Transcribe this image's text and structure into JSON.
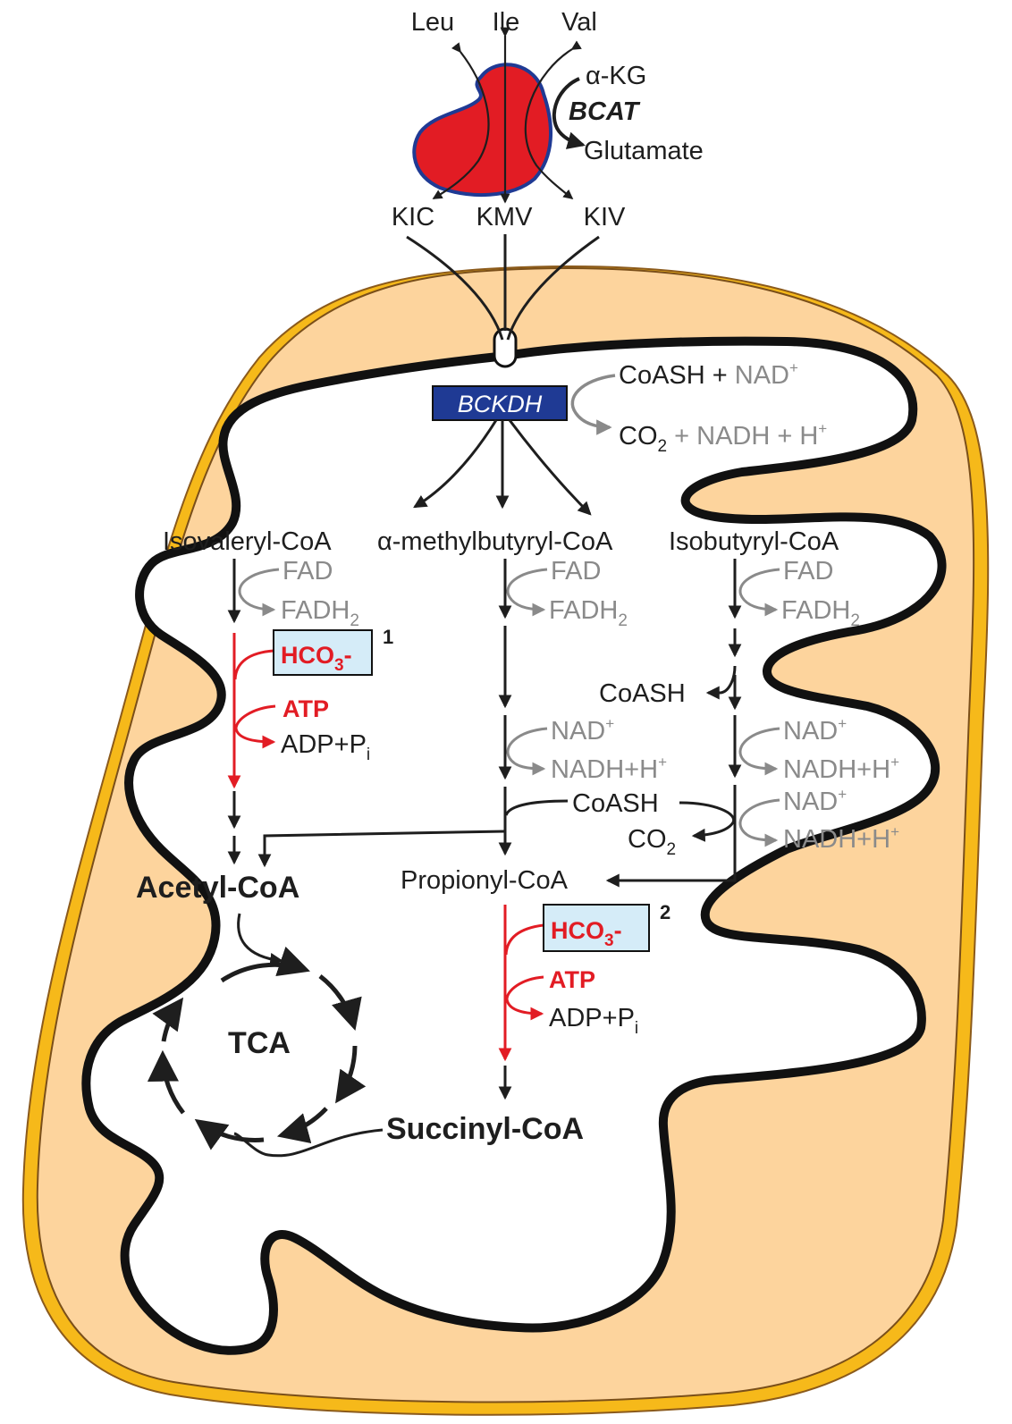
{
  "amino_acids": {
    "leu": "Leu",
    "ile": "Ile",
    "val": "Val"
  },
  "bcat": {
    "enzyme": "BCAT",
    "alpha_kg": "α-KG",
    "glutamate": "Glutamate"
  },
  "keto_acids": {
    "kic": "KIC",
    "kmv": "KMV",
    "kiv": "KIV"
  },
  "bckdh": {
    "enzyme": "BCKDH",
    "in_coash": "CoASH + ",
    "in_nad": "NAD",
    "in_nad_sup": "+",
    "out_co2": "CO",
    "out_co2_sub": "2",
    "out_rest": " + NADH + H",
    "out_rest_sup": "+"
  },
  "acyl_coas": {
    "isovaleryl": "Isovaleryl-CoA",
    "methylbutyryl": "α-methylbutyryl-CoA",
    "isobutyryl": "Isobutyryl-CoA"
  },
  "cofactors": {
    "fad": "FAD",
    "fadh": "FADH",
    "fadh_sub": "2",
    "nad": "NAD",
    "nad_sup": "+",
    "nadh": "NADH+H",
    "nadh_sup": "+",
    "coash": "CoASH",
    "co2": "CO",
    "co2_sub": "2"
  },
  "carboxylation": {
    "hco3": "HCO",
    "hco3_sub": "3",
    "hco3_charge": "-",
    "atp": "ATP",
    "adp": "ADP+P",
    "adp_sub": "i",
    "note1": "1",
    "note2": "2"
  },
  "products": {
    "acetyl": "Acetyl-CoA",
    "propionyl": "Propionyl-CoA",
    "succinyl": "Succinyl-CoA",
    "tca": "TCA"
  },
  "colors": {
    "matrix_fill": "#fdd49d",
    "outer_edge": "#f6b91a",
    "enzyme_red": "#e21c24",
    "bckdh_blue": "#1f3a94",
    "box_blue": "#d5ecf8",
    "grey": "#8a8a8a"
  }
}
